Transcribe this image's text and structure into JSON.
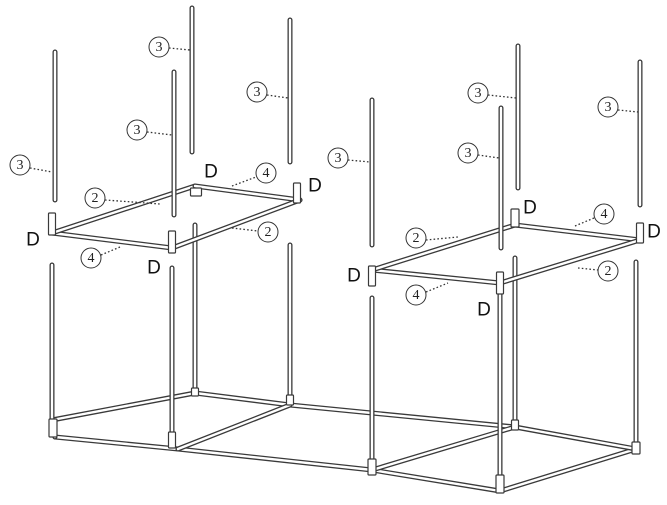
{
  "part_labels": {
    "connector": "D",
    "pole_long": "3",
    "beam_side": "2",
    "beam_end": "4"
  },
  "colors": {
    "tube_outline": "#3a3a3a",
    "tube_fill": "#ffffff",
    "label": "#111111"
  }
}
